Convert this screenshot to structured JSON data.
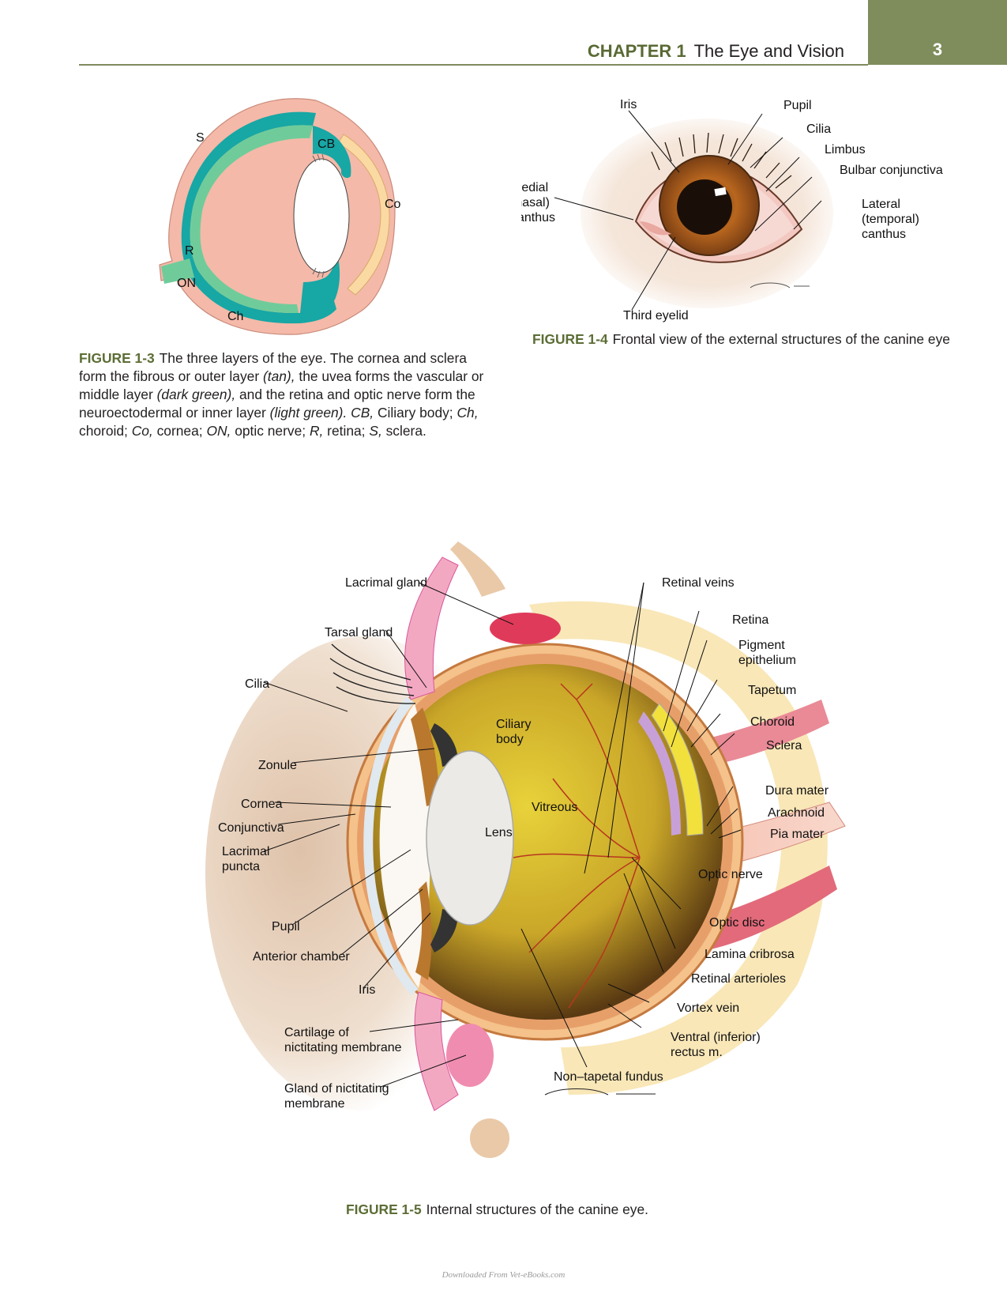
{
  "header": {
    "chapter_label": "CHAPTER 1",
    "chapter_title": "The Eye and Vision",
    "page_number": "3"
  },
  "figure_1_3": {
    "labels": {
      "s": "S",
      "cb": "CB",
      "co": "Co",
      "r": "R",
      "on": "ON",
      "ch": "Ch"
    },
    "caption": {
      "label": "FIGURE 1-3",
      "t1": "The three layers of the eye. The cornea and sclera form the fibrous or outer layer ",
      "i1": "(tan),",
      "t2": " the uvea forms the vascular or middle layer ",
      "i2": "(dark green),",
      "t3": " and the retina and optic nerve form the neuroectodermal or inner layer ",
      "i3": "(light green). CB,",
      "t4": " Ciliary body; ",
      "i4": "Ch,",
      "t5": " choroid; ",
      "i5": "Co,",
      "t6": " cornea; ",
      "i6": "ON,",
      "t7": " optic nerve; ",
      "i7": "R,",
      "t8": " retina; ",
      "i8": "S,",
      "t9": " sclera."
    }
  },
  "figure_1_4": {
    "labels": {
      "iris": "Iris",
      "pupil": "Pupil",
      "cilia": "Cilia",
      "limbus": "Limbus",
      "bulbar": "Bulbar conjunctiva",
      "medial_1": "Medial",
      "medial_2": "(nasal)",
      "medial_3": "canthus",
      "lateral_1": "Lateral",
      "lateral_2": "(temporal)",
      "lateral_3": "canthus",
      "third_eyelid": "Third eyelid"
    },
    "caption": {
      "label": "FIGURE 1-4",
      "text": "Frontal view of the external structures of the canine eye"
    }
  },
  "figure_1_5": {
    "labels": {
      "lacrimal_gland": "Lacrimal gland",
      "tarsal_gland": "Tarsal gland",
      "cilia": "Cilia",
      "ciliary_1": "Ciliary",
      "ciliary_2": "body",
      "zonule": "Zonule",
      "cornea": "Cornea",
      "conjunctiva": "Conjunctiva",
      "puncta_1": "Lacrimal",
      "puncta_2": "puncta",
      "pupil": "Pupil",
      "anterior_chamber": "Anterior chamber",
      "iris": "Iris",
      "cartilage_1": "Cartilage of",
      "cartilage_2": "nictitating membrane",
      "gland_1": "Gland of nictitating",
      "gland_2": "membrane",
      "lens": "Lens",
      "vitreous": "Vitreous",
      "retinal_veins": "Retinal veins",
      "retina": "Retina",
      "pigment_1": "Pigment",
      "pigment_2": "epithelium",
      "tapetum": "Tapetum",
      "choroid": "Choroid",
      "sclera": "Sclera",
      "dura": "Dura mater",
      "arachnoid": "Arachnoid",
      "pia": "Pia mater",
      "optic_nerve": "Optic nerve",
      "optic_disc": "Optic disc",
      "lamina": "Lamina cribrosa",
      "arterioles": "Retinal arterioles",
      "vortex": "Vortex vein",
      "ventral_1": "Ventral (inferior)",
      "ventral_2": "rectus m.",
      "non_tapetal": "Non–tapetal fundus"
    },
    "caption": {
      "label": "FIGURE 1-5",
      "text": "Internal structures of the canine eye."
    }
  },
  "footer": {
    "watermark": "Downloaded From Vet-eBooks.com"
  }
}
